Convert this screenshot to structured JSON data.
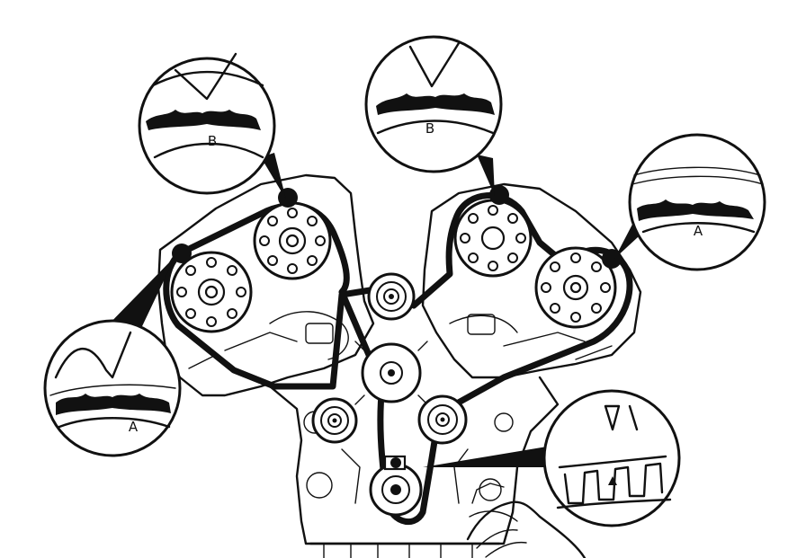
{
  "callouts": [
    {
      "id": "left-cam-outer",
      "label": "A"
    },
    {
      "id": "left-cam-inner",
      "label": "B"
    },
    {
      "id": "right-cam-inner",
      "label": "B"
    },
    {
      "id": "right-cam-outer",
      "label": "A"
    },
    {
      "id": "crankshaft",
      "label": ""
    }
  ],
  "ink_color": "#111111",
  "background_color": "#ffffff"
}
